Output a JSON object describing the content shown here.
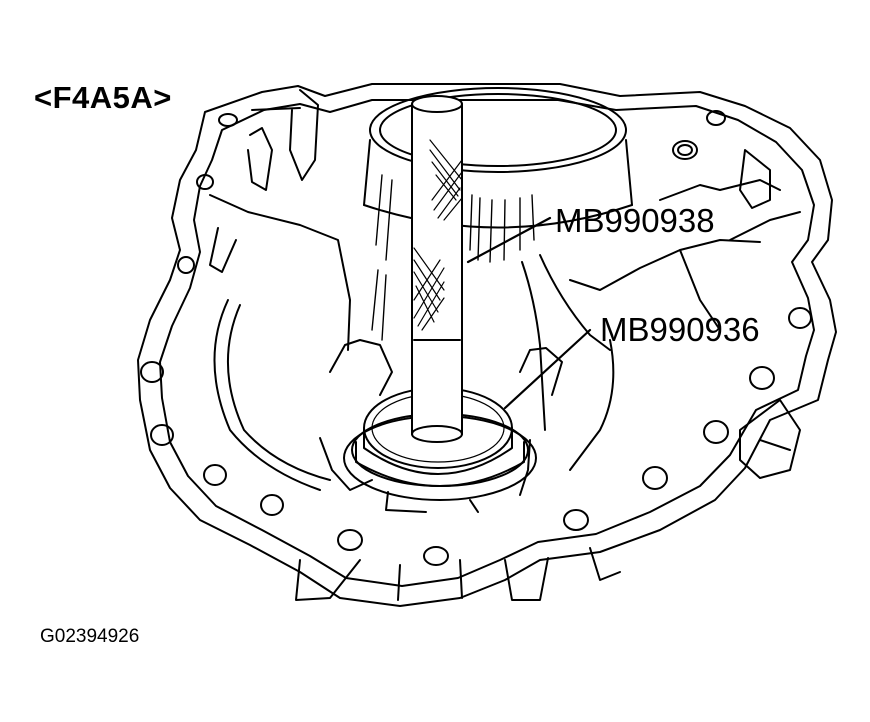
{
  "diagram": {
    "title": "<F4A5A>",
    "callouts": [
      {
        "id": "tool-bar",
        "label": "MB990938"
      },
      {
        "id": "tool-installer",
        "label": "MB990936"
      }
    ],
    "figure_id": "G02394926"
  },
  "colors": {
    "ink": "#000000",
    "paper": "#ffffff"
  }
}
